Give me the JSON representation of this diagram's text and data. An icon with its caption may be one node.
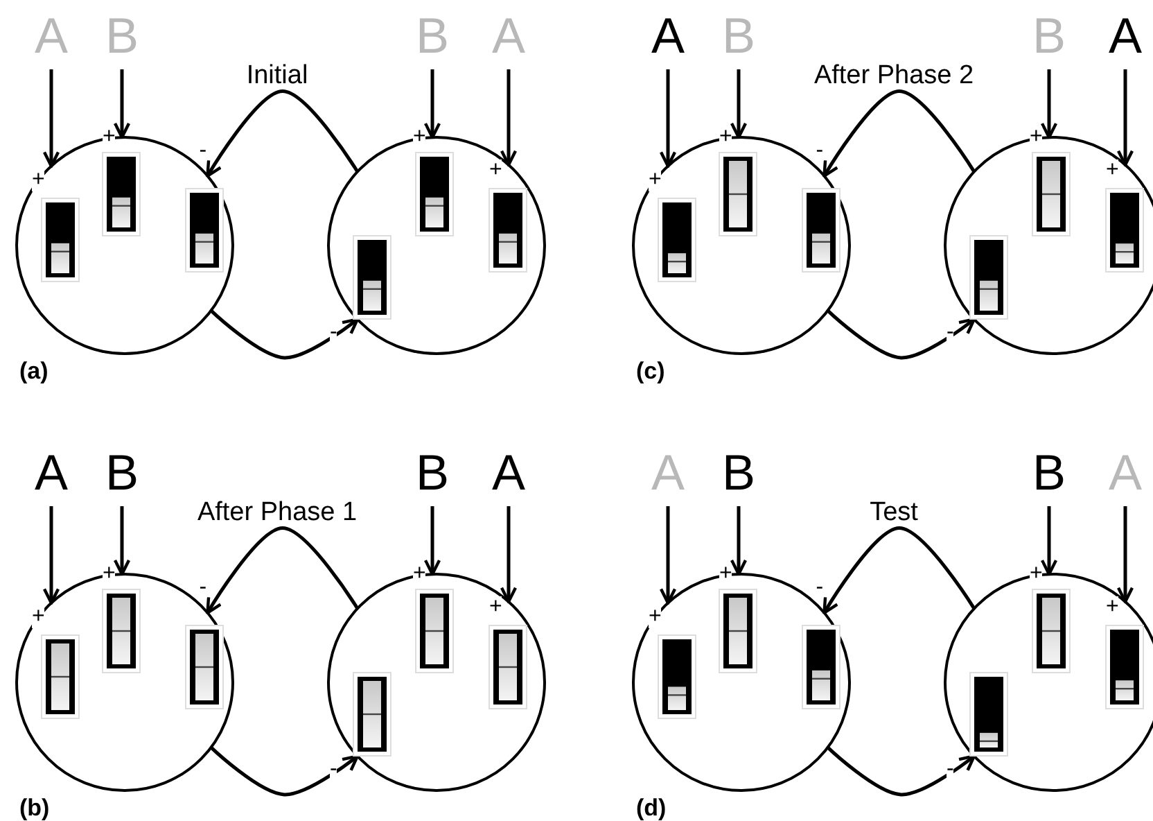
{
  "diagram": {
    "nodes": [
      {
        "text": [
          "A"
        ]
      },
      {
        "text": [
          "B"
        ]
      },
      {
        "text": [
          "B"
        ]
      },
      {
        "text": [
          "A"
        ]
      },
      {
        "text": [],
        "shape": "circle"
      },
      {
        "text": [],
        "shape": "circle"
      },
      {
        "text": [
          "A"
        ]
      },
      {
        "text": [
          "B"
        ]
      },
      {
        "text": [
          "B"
        ]
      },
      {
        "text": [
          "A"
        ]
      },
      {
        "text": [],
        "shape": "circle"
      },
      {
        "text": [],
        "shape": "circle"
      },
      {
        "text": [
          "A"
        ]
      },
      {
        "text": [
          "B"
        ]
      },
      {
        "text": [
          "B"
        ]
      },
      {
        "text": [
          "A"
        ]
      },
      {
        "text": [],
        "shape": "circle"
      },
      {
        "text": [],
        "shape": "circle"
      },
      {
        "text": [
          "A"
        ]
      },
      {
        "text": [
          "B"
        ]
      },
      {
        "text": [
          "B"
        ]
      },
      {
        "text": [
          "A"
        ]
      },
      {
        "text": [],
        "shape": "circle"
      },
      {
        "text": [],
        "shape": "circle"
      }
    ],
    "edges": [
      {
        "from": 0,
        "to": 4,
        "arrow": "to",
        "label": "+"
      },
      {
        "from": 1,
        "to": 4,
        "arrow": "to",
        "label": "+"
      },
      {
        "from": 2,
        "to": 5,
        "arrow": "to",
        "label": "+"
      },
      {
        "from": 3,
        "to": 5,
        "arrow": "to",
        "label": "+"
      },
      {
        "from": 5,
        "to": 4,
        "arrow": "to",
        "label": "-"
      },
      {
        "from": 4,
        "to": 5,
        "arrow": "to",
        "label": "-"
      },
      {
        "from": 6,
        "to": 10,
        "arrow": "to",
        "label": "+"
      },
      {
        "from": 7,
        "to": 10,
        "arrow": "to",
        "label": "+"
      },
      {
        "from": 8,
        "to": 11,
        "arrow": "to",
        "label": "+"
      },
      {
        "from": 9,
        "to": 11,
        "arrow": "to",
        "label": "+"
      },
      {
        "from": 11,
        "to": 10,
        "arrow": "to",
        "label": "-"
      },
      {
        "from": 10,
        "to": 11,
        "arrow": "to",
        "label": "-"
      },
      {
        "from": 12,
        "to": 16,
        "arrow": "to",
        "label": "+"
      },
      {
        "from": 13,
        "to": 16,
        "arrow": "to",
        "label": "+"
      },
      {
        "from": 14,
        "to": 17,
        "arrow": "to",
        "label": "+"
      },
      {
        "from": 15,
        "to": 17,
        "arrow": "to",
        "label": "+"
      },
      {
        "from": 17,
        "to": 16,
        "arrow": "to",
        "label": "-"
      },
      {
        "from": 16,
        "to": 17,
        "arrow": "to",
        "label": "-"
      },
      {
        "from": 18,
        "to": 22,
        "arrow": "to",
        "label": "+"
      },
      {
        "from": 19,
        "to": 22,
        "arrow": "to",
        "label": "+"
      },
      {
        "from": 20,
        "to": 23,
        "arrow": "to",
        "label": "+"
      },
      {
        "from": 21,
        "to": 23,
        "arrow": "to",
        "label": "+"
      },
      {
        "from": 23,
        "to": 22,
        "arrow": "to",
        "label": "-"
      },
      {
        "from": 22,
        "to": 23,
        "arrow": "to",
        "label": "-"
      }
    ],
    "labels": [
      "Initial",
      "(a)",
      "After Phase 2",
      "(c)",
      "After Phase 1",
      "(b)",
      "Test",
      "(d)"
    ]
  }
}
